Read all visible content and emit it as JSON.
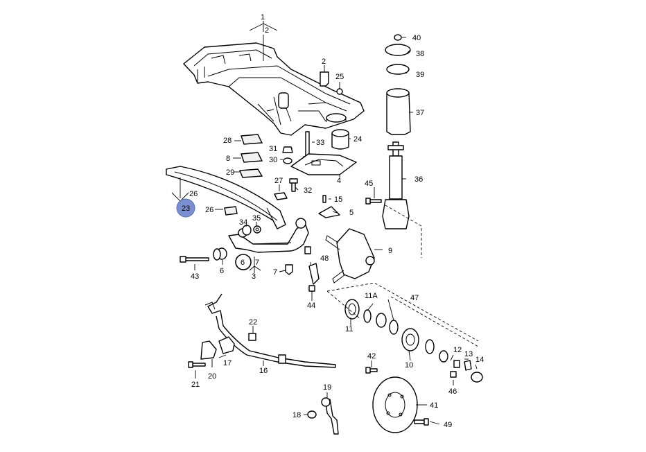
{
  "callouts": [
    {
      "id": "c1",
      "text": "1"
    },
    {
      "id": "c2",
      "text": "2"
    },
    {
      "id": "c2b",
      "text": "2"
    },
    {
      "id": "c3",
      "text": "3"
    },
    {
      "id": "c4",
      "text": "4"
    },
    {
      "id": "c5",
      "text": "5"
    },
    {
      "id": "c6",
      "text": "6"
    },
    {
      "id": "c6h",
      "text": "6"
    },
    {
      "id": "c7",
      "text": "7"
    },
    {
      "id": "c7b",
      "text": "7"
    },
    {
      "id": "c8",
      "text": "8"
    },
    {
      "id": "c9",
      "text": "9"
    },
    {
      "id": "c10",
      "text": "10"
    },
    {
      "id": "c11",
      "text": "11"
    },
    {
      "id": "c11a",
      "text": "11A"
    },
    {
      "id": "c12",
      "text": "12"
    },
    {
      "id": "c13",
      "text": "13"
    },
    {
      "id": "c14",
      "text": "14"
    },
    {
      "id": "c15",
      "text": "15"
    },
    {
      "id": "c16",
      "text": "16"
    },
    {
      "id": "c17",
      "text": "17"
    },
    {
      "id": "c18",
      "text": "18"
    },
    {
      "id": "c19",
      "text": "19"
    },
    {
      "id": "c20",
      "text": "20"
    },
    {
      "id": "c21",
      "text": "21"
    },
    {
      "id": "c22",
      "text": "22"
    },
    {
      "id": "c23",
      "text": "23"
    },
    {
      "id": "c24",
      "text": "24"
    },
    {
      "id": "c25",
      "text": "25"
    },
    {
      "id": "c26",
      "text": "26"
    },
    {
      "id": "c26b",
      "text": "26"
    },
    {
      "id": "c27",
      "text": "27"
    },
    {
      "id": "c28",
      "text": "28"
    },
    {
      "id": "c29",
      "text": "29"
    },
    {
      "id": "c30",
      "text": "30"
    },
    {
      "id": "c31",
      "text": "31"
    },
    {
      "id": "c32",
      "text": "32"
    },
    {
      "id": "c33",
      "text": "33"
    },
    {
      "id": "c34",
      "text": "34"
    },
    {
      "id": "c35",
      "text": "35"
    },
    {
      "id": "c36",
      "text": "36"
    },
    {
      "id": "c37",
      "text": "37"
    },
    {
      "id": "c38",
      "text": "38"
    },
    {
      "id": "c39",
      "text": "39"
    },
    {
      "id": "c40",
      "text": "40"
    },
    {
      "id": "c41",
      "text": "41"
    },
    {
      "id": "c42",
      "text": "42"
    },
    {
      "id": "c43",
      "text": "43"
    },
    {
      "id": "c44",
      "text": "44"
    },
    {
      "id": "c45",
      "text": "45"
    },
    {
      "id": "c46",
      "text": "46"
    },
    {
      "id": "c47",
      "text": "47"
    },
    {
      "id": "c48",
      "text": "48"
    },
    {
      "id": "c49",
      "text": "49"
    }
  ],
  "highlight": {
    "selected_callout": "23",
    "selected_color": "#7a8ed0",
    "circled_callout": "6"
  }
}
